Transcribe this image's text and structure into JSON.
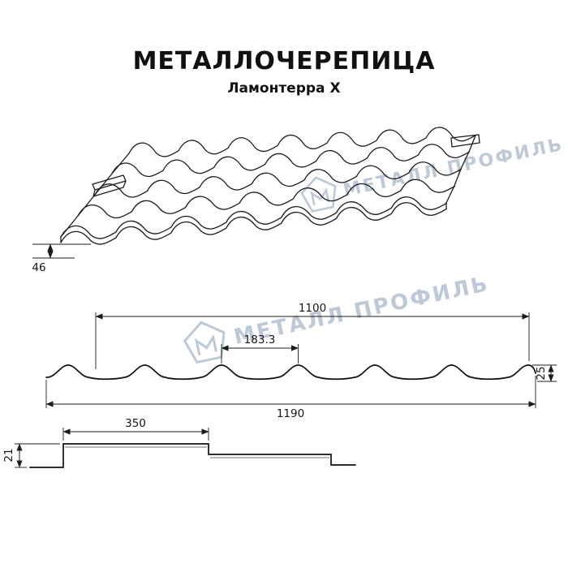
{
  "header": {
    "title": "МЕТАЛЛОЧЕРЕПИЦА",
    "subtitle": "Ламонтерра X"
  },
  "watermark": {
    "text": "МЕТАЛЛ ПРОФИЛЬ",
    "color": "#b7c4d4"
  },
  "drawing": {
    "line_color": "#1c1c1c",
    "dimensions": {
      "sheet_step_height": "46",
      "cover_width": "1100",
      "wave_pitch": "183.3",
      "profile_height": "25",
      "overall_width": "1190",
      "module_length": "350",
      "step_height": "21"
    }
  }
}
